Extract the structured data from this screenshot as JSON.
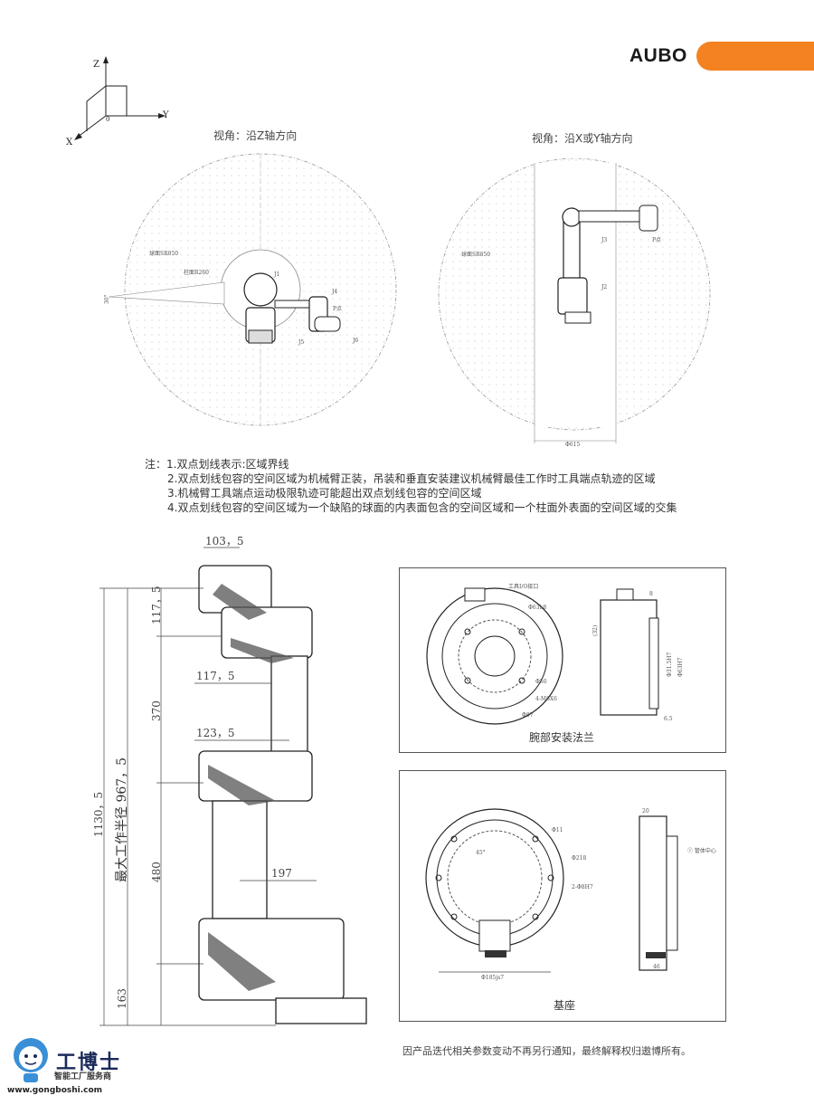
{
  "header": {
    "brand": "AUBO",
    "accent": "#F58220"
  },
  "axes_icon": {
    "z": "Z",
    "y": "Y",
    "x": "X",
    "origin": "0"
  },
  "top_views": {
    "left_caption": "视角：沿Z轴方向",
    "right_caption": "视角：沿X或Y轴方向",
    "left_labels": {
      "sphere": "球面SR850",
      "cylinder": "柱面R260",
      "angle": "30°",
      "j1": "J1",
      "j4": "J4",
      "j5": "J5",
      "j6": "J6",
      "p": "P点"
    },
    "right_labels": {
      "sphere": "球面SR850",
      "j3": "J3",
      "j2": "J2",
      "p": "P点",
      "diameter": "Φ615"
    }
  },
  "notes": {
    "prefix": "注：",
    "items": [
      "1.双点划线表示:区域界线",
      "2.双点划线包容的空间区域为机械臂正装，吊装和垂直安装建议机械臂最佳工作时工具端点轨迹的区域",
      "3.机械臂工具端点运动极限轨迹可能超出双点划线包容的空间区域",
      "4.双点划线包容的空间区域为一个缺陷的球面的内表面包含的空间区域和一个柱面外表面的空间区域的交集"
    ]
  },
  "side_view": {
    "dims": {
      "d1035": "103，5",
      "d1175a": "117，5",
      "d1175b": "117，5",
      "d1235": "123，5",
      "d370": "370",
      "d480": "480",
      "d197": "197",
      "d163": "163",
      "d11305": "1130，5",
      "reach": "最大工作半径 967，5"
    }
  },
  "wrist_flange": {
    "caption": "腕部安装法兰",
    "labels": {
      "io": "工具I/O接口",
      "d63": "Φ63h8",
      "d50": "Φ50",
      "m6": "4-M6X6",
      "d87": "Φ87",
      "d8": "8",
      "d315": "Φ31.5H7",
      "d63b": "Φ63H7",
      "d65": "6.5",
      "d3": "(32)"
    }
  },
  "base": {
    "caption": "基座",
    "labels": {
      "d11": "Φ11",
      "a45": "45°",
      "d218": "Φ218",
      "pin": "2-Φ8H7",
      "d185": "Φ185js7",
      "d20": "20",
      "d46": "46",
      "center": "Ⓘ 管体中心"
    }
  },
  "footer": {
    "notice": "因产品迭代相关参数变动不再另行通知，最终解释权归遨博所有。"
  },
  "logo": {
    "name": "工博士",
    "tagline": "智能工厂服务商",
    "url": "www.gongboshi.com"
  }
}
